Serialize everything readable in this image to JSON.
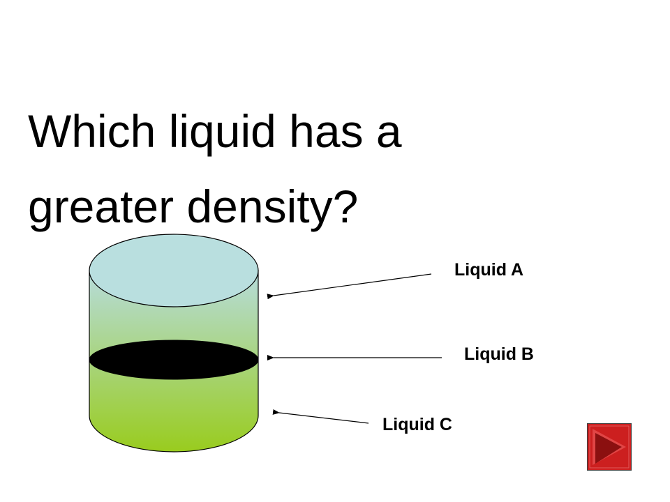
{
  "question": {
    "line1": "Which liquid has a",
    "line2": "greater density?"
  },
  "labels": {
    "liquid_a": "Liquid A",
    "liquid_b": "Liquid B",
    "liquid_c": "Liquid C"
  },
  "colors": {
    "liquid_a_top": "#b9dfdf",
    "liquid_a_gradient_start": "#b7dcdc",
    "liquid_c_gradient_end": "#99cc1e",
    "liquid_b": "#000000",
    "nav_button_fill": "#cc1f1f",
    "nav_button_arrow": "#8b1010",
    "nav_button_border": "#404040"
  },
  "icons": {
    "nav_button": "play-triangle-icon"
  }
}
